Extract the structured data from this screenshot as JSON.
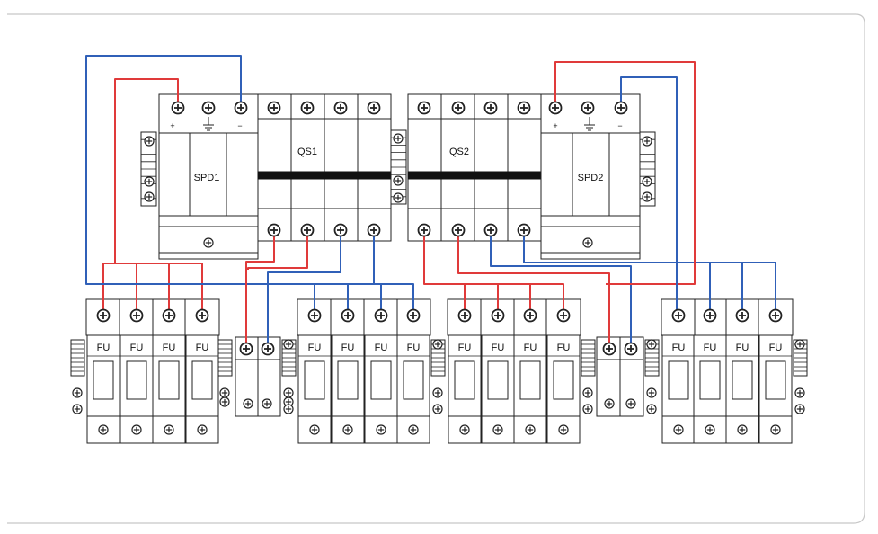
{
  "diagram": {
    "devices": {
      "spd1": {
        "label": "SPD1",
        "plus": "+",
        "minus": "−"
      },
      "spd2": {
        "label": "SPD2",
        "plus": "+",
        "minus": "−"
      },
      "qs1": {
        "label": "QS1"
      },
      "qs2": {
        "label": "QS2"
      },
      "fuse_label": "FU"
    },
    "colors": {
      "positive_wire": "#e03a3a",
      "negative_wire": "#3060b8",
      "outline": "#222222",
      "frame": "#c8c8c8"
    }
  }
}
